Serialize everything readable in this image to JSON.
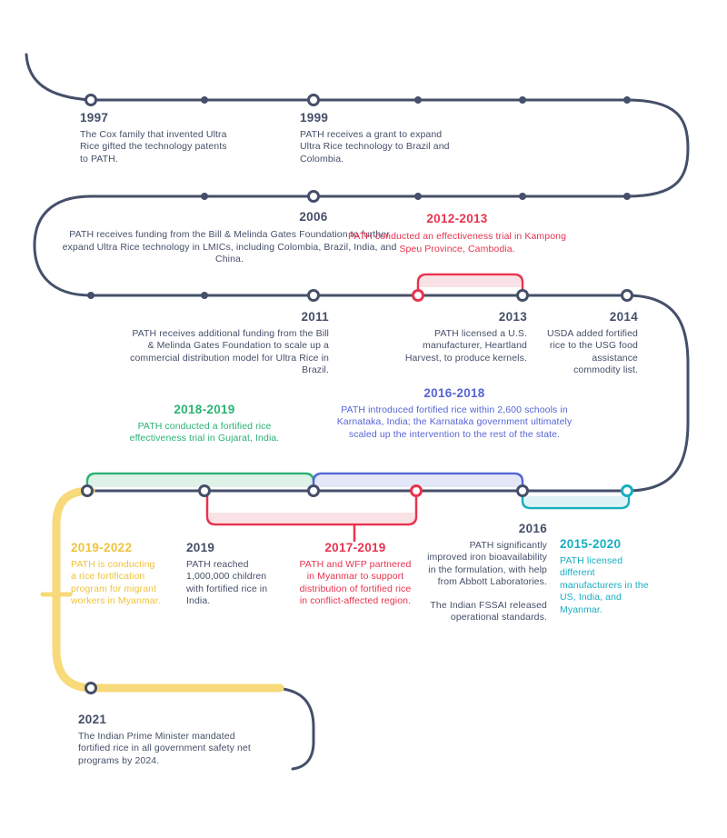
{
  "diagram": {
    "type": "timeline",
    "subject": "PATH Ultra Rice fortified rice program history"
  },
  "colors": {
    "navy": "#454F69",
    "red": "#E8334E",
    "green": "#2BB273",
    "blue": "#5665D6",
    "teal": "#17AEC0",
    "yellow_text": "#EFC33C",
    "yellow_band": "#F7DA79",
    "pink_fill": "#F9E2E5",
    "green_fill": "#DFF2E7",
    "blue_fill": "#E4E7F8",
    "teal_fill": "#DFF3F5",
    "background": "#FFFFFF"
  },
  "events": {
    "y1997": {
      "year": "1997",
      "text": "The Cox family that invented Ultra Rice gifted the technology patents to PATH."
    },
    "y1999": {
      "year": "1999",
      "text": "PATH receives a grant to expand Ultra Rice technology to Brazil and Colombia."
    },
    "y2006": {
      "year": "2006",
      "text": "PATH receives funding from the Bill & Melinda Gates Foundation to further expand Ultra Rice technology in LMICs, including Colombia, Brazil, India, and China."
    },
    "y2012_2013": {
      "year": "2012-2013",
      "text": "PATH conducted an effectiveness trial in Kampong Speu Province, Cambodia."
    },
    "y2011": {
      "year": "2011",
      "text": "PATH receives additional funding from the Bill & Melinda Gates Foundation to scale up a commercial distribution model for Ultra Rice in Brazil."
    },
    "y2013": {
      "year": "2013",
      "text": "PATH licensed a U.S. manufacturer, Heartland Harvest, to produce kernels."
    },
    "y2014": {
      "year": "2014",
      "text": "USDA added fortified rice to the USG food assistance commodity list."
    },
    "y2018_2019": {
      "year": "2018-2019",
      "text": "PATH conducted a fortified rice effectiveness trial in Gujarat, India."
    },
    "y2016_2018": {
      "year": "2016-2018",
      "text": "PATH introduced fortified rice within 2,600 schools in Karnataka, India; the Karnataka government ultimately scaled up the intervention to the rest of the state."
    },
    "y2019_2022": {
      "year": "2019-2022",
      "text": "PATH is conducting a rice fortification program for migrant workers in Myanmar."
    },
    "y2019": {
      "year": "2019",
      "text": "PATH reached 1,000,000 children with fortified rice in India."
    },
    "y2017_2019": {
      "year": "2017-2019",
      "text": "PATH and WFP partnered in Myanmar to support distribution of fortified rice in conflict-affected region."
    },
    "y2016": {
      "year": "2016",
      "text": "PATH significantly improved iron bioavailability in the formulation, with help from Abbott Laboratories.",
      "text2": "The Indian FSSAI released operational standards."
    },
    "y2015_2020": {
      "year": "2015-2020",
      "text": "PATH licensed different manufacturers in the US, India, and Myanmar."
    },
    "y2021": {
      "year": "2021",
      "text": "The Indian Prime Minister mandated fortified rice in all government safety net programs by 2024."
    }
  }
}
